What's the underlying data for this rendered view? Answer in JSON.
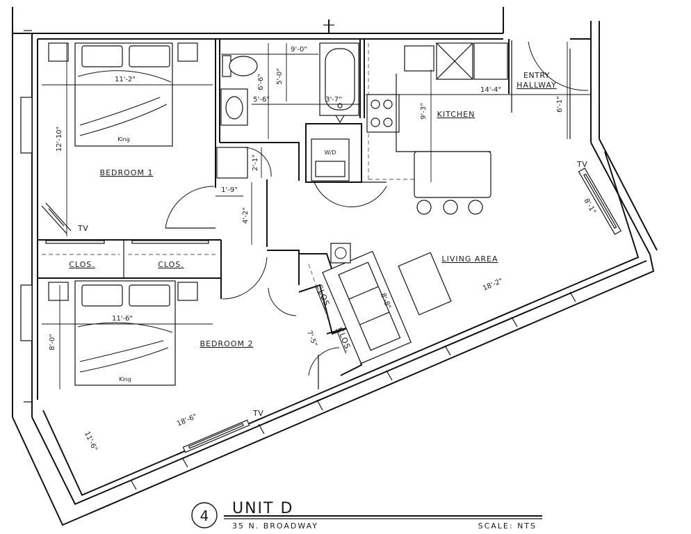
{
  "rooms": {
    "bedroom1": "BEDROOM 1",
    "bedroom2": "BEDROOM 2",
    "kitchen": "KITCHEN",
    "living": "LIVING AREA",
    "entry_line1": "ENTRY",
    "entry_line2": "HALLWAY"
  },
  "closets": {
    "clos1": "CLOS.",
    "clos2": "CLOS.",
    "clos3": "CLOS.",
    "clos4": "CLOS."
  },
  "fixtures": {
    "bed1": "King",
    "bed2": "King",
    "tv1": "TV",
    "tv2": "TV",
    "tv3": "TV",
    "washer_dryer": "W/D"
  },
  "dimensions": {
    "bed1_width": "11'-2\"",
    "bed1_height": "12'-10\"",
    "bed2_width": "11'-6\"",
    "bed2_height": "8'-0\"",
    "bath_width": "9'-0\"",
    "bath_depth": "6'-6\"",
    "bath_inner": "5'-0\"",
    "bath_vanity": "5'-6\"",
    "tub_width": "3'-7\"",
    "closet_small": "2'-1\"",
    "door_small": "1'-9\"",
    "hall_depth": "4'-2\"",
    "kitchen_depth": "9'-3\"",
    "entry_width": "14'-4\"",
    "entry_depth": "6'-1\"",
    "living_width": "18'-2\"",
    "sofa_length": "8'-8\"",
    "living_tv_wall": "8'-1\"",
    "bed2_wall": "18'-6\"",
    "bed2_corner": "11'-6\"",
    "closet_depth": "7'-5\""
  },
  "title_block": {
    "number": "4",
    "unit": "UNIT D",
    "address": "35 N. BROADWAY",
    "scale": "SCALE: NTS"
  }
}
